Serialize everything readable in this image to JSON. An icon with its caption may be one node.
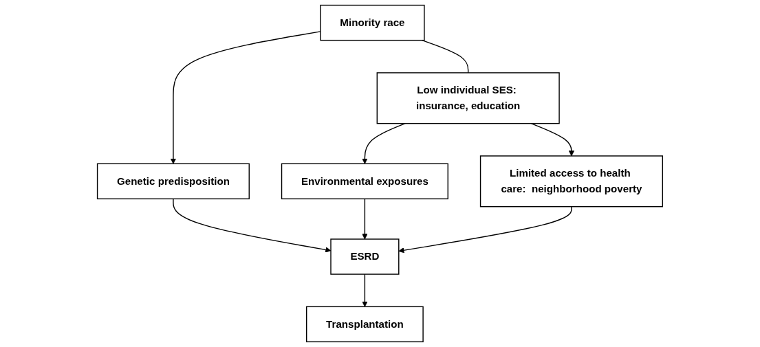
{
  "diagram": {
    "nodes": [
      {
        "text": [
          "Minority race"
        ]
      },
      {
        "text": [
          "Low individual SES: insurance, education"
        ]
      },
      {
        "text": [
          "Genetic predisposition"
        ]
      },
      {
        "text": [
          "Environmental exposures"
        ]
      },
      {
        "text": [
          "Limited access to health care:  neighborhood poverty"
        ]
      },
      {
        "text": [
          "ESRD"
        ]
      },
      {
        "text": [
          "Transplantation"
        ]
      }
    ],
    "edges": [
      {
        "from": 0,
        "to": 1,
        "arrow": "none"
      },
      {
        "from": 0,
        "to": 2,
        "arrow": "to"
      },
      {
        "from": 1,
        "to": 3,
        "arrow": "to"
      },
      {
        "from": 1,
        "to": 4,
        "arrow": "to"
      },
      {
        "from": 2,
        "to": 5,
        "arrow": "to"
      },
      {
        "from": 3,
        "to": 5,
        "arrow": "to"
      },
      {
        "from": 4,
        "to": 5,
        "arrow": "to"
      },
      {
        "from": 5,
        "to": 6,
        "arrow": "to"
      }
    ]
  }
}
